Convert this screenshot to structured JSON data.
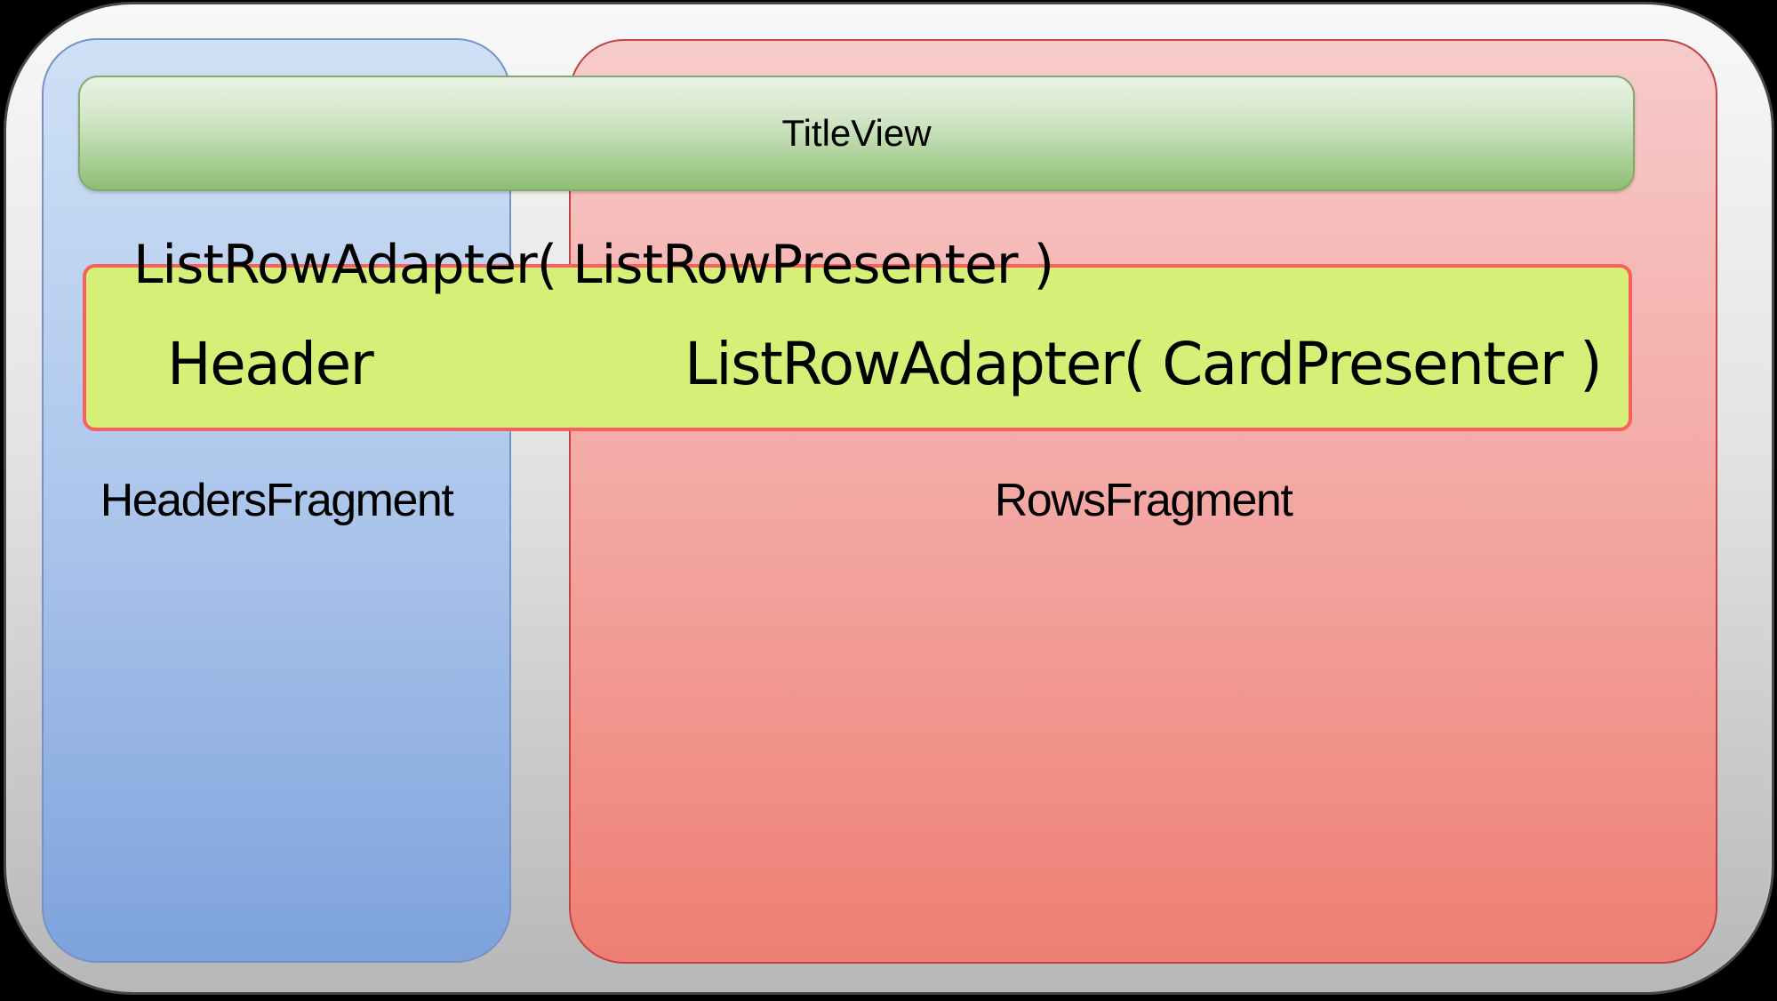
{
  "diagram": {
    "title_bar": {
      "label": "TitleView"
    },
    "headers_fragment": {
      "label": "HeadersFragment"
    },
    "rows_fragment": {
      "label": "RowsFragment"
    },
    "adapter_overlay_label": "ListRowAdapter( ListRowPresenter )",
    "row_bar": {
      "header_label": "Header",
      "card_adapter_label": "ListRowAdapter( CardPresenter )"
    }
  },
  "colors": {
    "canvas-bg": "#000000",
    "frame-top": "#f8f8f8",
    "frame-bottom": "#b7b7b7",
    "frame-border": "#474747",
    "headers-top": "#cfe1f6",
    "headers-bottom": "#7da2dc",
    "headers-border": "#7693c7",
    "rows-top": "#f7cbcb",
    "rows-bottom": "#ee7e73",
    "rows-border": "#c14444",
    "title-top": "#eaf3e5",
    "title-bottom": "#8dbf73",
    "title-border": "#84a96a",
    "rowbar-fill": "#d5ef77",
    "rowbar-border": "#f95f5f",
    "text": "#000000"
  }
}
